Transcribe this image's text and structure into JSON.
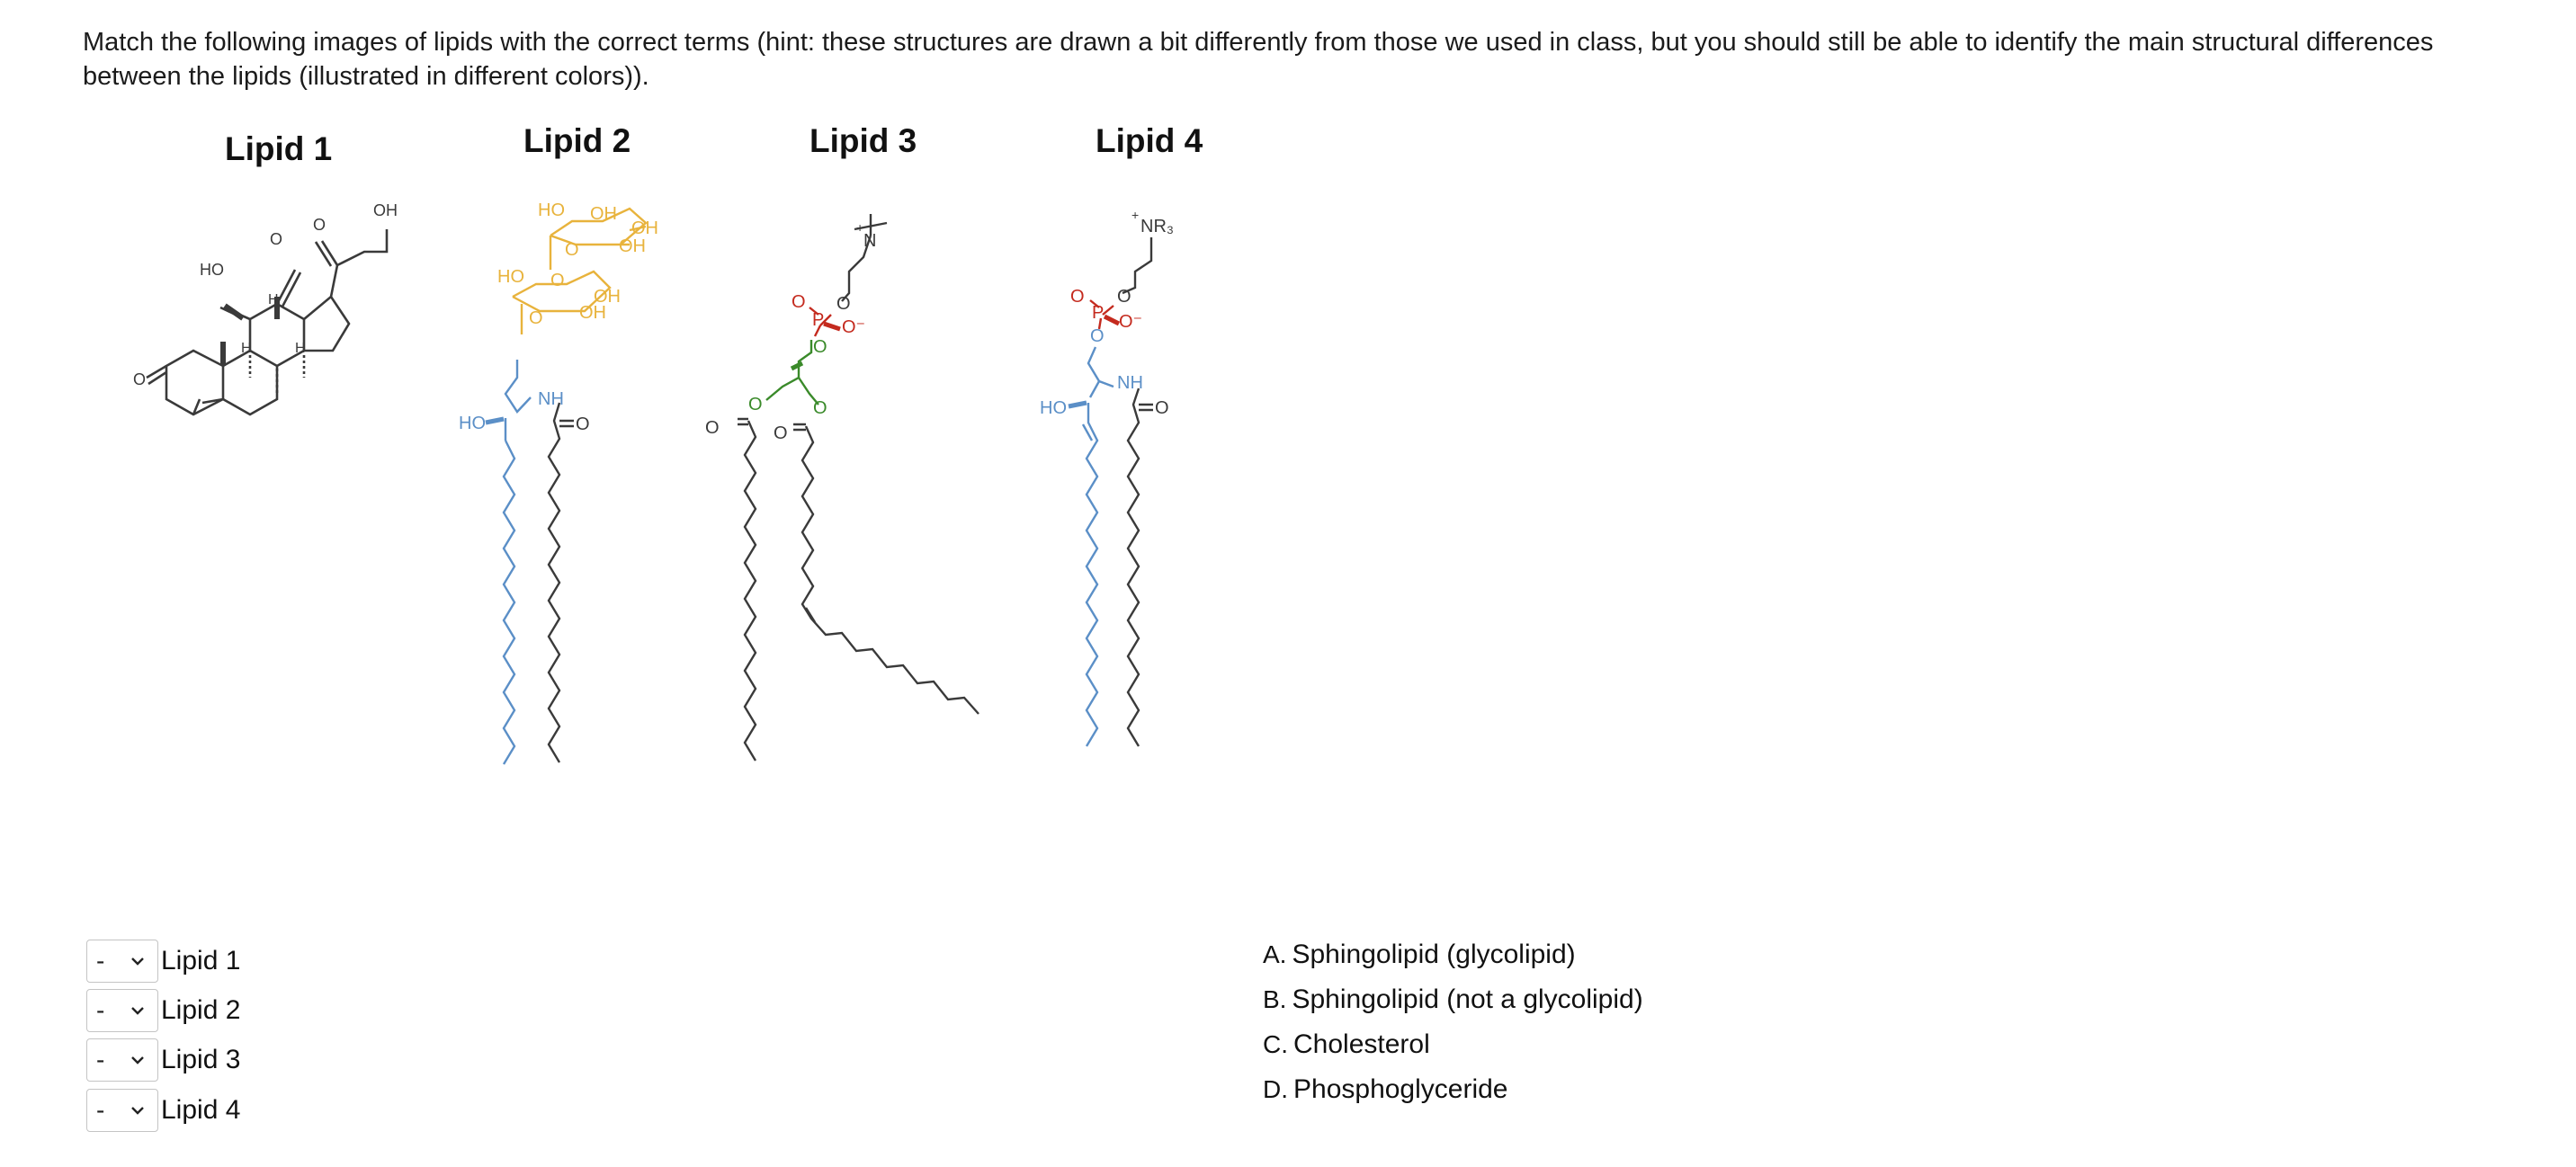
{
  "question": "Match the following images of lipids with the correct terms (hint: these structures are drawn a bit differently from those we used in class, but you should still be able to identify the main structural differences between the lipids (illustrated in different colors)).",
  "lipid_titles": [
    "Lipid 1",
    "Lipid 2",
    "Lipid 3",
    "Lipid 4"
  ],
  "structure_labels": {
    "l1_oh": "OH",
    "l1_ho": "HO",
    "l1_o": "O",
    "l1_h": "H",
    "l2_ho": "HO",
    "l2_oh": "OH",
    "l2_o": "O",
    "l2_nh": "NH",
    "l3_n": "N",
    "l3_plus": "+",
    "l3_o": "O",
    "l3_p": "P",
    "l3_ominus": "O⁻",
    "l4_nr3": "NR₃",
    "l4_plus": "+",
    "l4_o": "O",
    "l4_p": "P",
    "l4_ominus": "O⁻",
    "l4_ho": "HO",
    "l4_nh": "NH"
  },
  "colors": {
    "sugar": "#e8b33c",
    "sphingosine": "#5b8fc7",
    "glycerol": "#3a8a2a",
    "phosphate": "#c42a1e",
    "bond": "#3a3a3a"
  },
  "matching": {
    "rows": [
      {
        "selected": "-",
        "label": "Lipid 1"
      },
      {
        "selected": "-",
        "label": "Lipid 2"
      },
      {
        "selected": "-",
        "label": "Lipid 3"
      },
      {
        "selected": "-",
        "label": "Lipid 4"
      }
    ],
    "options": [
      {
        "letter": "A.",
        "text": "Sphingolipid (glycolipid)"
      },
      {
        "letter": "B.",
        "text": "Sphingolipid (not a glycolipid)"
      },
      {
        "letter": "C.",
        "text": "Cholesterol"
      },
      {
        "letter": "D.",
        "text": "Phosphoglyceride"
      }
    ]
  }
}
